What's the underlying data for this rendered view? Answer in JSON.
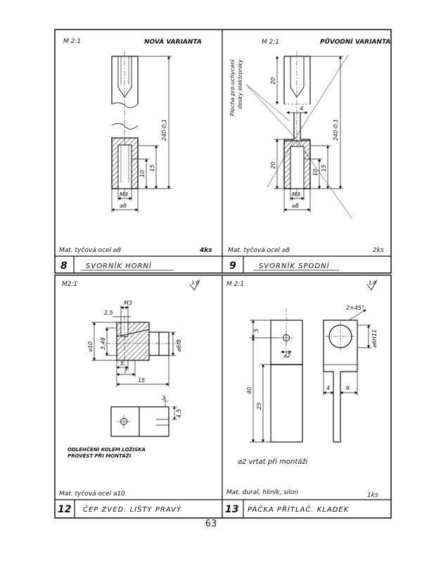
{
  "panels": [
    {
      "scale": "M 2:1",
      "variant": "NOVÁ VARIANTA",
      "dims": {
        "m4": "M4",
        "dia": "⌀8",
        "len": "240-0,1",
        "d15": "15",
        "d10": "10"
      },
      "material": "Mat. tyčová ocel ⌀8",
      "qty": "4ks",
      "number": "8",
      "name": "SVORNÍK HORNÍ"
    },
    {
      "scale": "M 2:1",
      "variant": "PŮVODNÍ VARIANTA",
      "note_line1": "Plocha pro uchycení",
      "note_line2": "desky elektroniky",
      "dims": {
        "d20a": "20",
        "d20b": "20",
        "d4": "4",
        "m4": "M4",
        "dia": "⌀8",
        "len": "240-0,1",
        "d15": "15",
        "d10": "10"
      },
      "material": "Mat. tyčová ocel ⌀8",
      "qty": "2ks",
      "number": "9",
      "name": "SVORNÍK SPODNÍ"
    },
    {
      "scale": "M2:1",
      "roughness": "1,6",
      "dims": {
        "m3": "M3",
        "d25": "2,5",
        "d348": "3,48",
        "d10": "⌀10",
        "d618": "⌀6f8",
        "d5": "5",
        "d7": "7",
        "d15": "15",
        "d3": "3",
        "d45": "4,5"
      },
      "note_line1": "ODLEHČENÍ KOLEM LOŽISKA",
      "note_line2": "PROVÉST PŘI MONTÁŽI",
      "material": "Mat. tyčová ocel ⌀10",
      "number": "12",
      "name": "ČEP ZVED. LIŠTY PRAVÝ"
    },
    {
      "scale": "M 2:1",
      "roughness": "1,6",
      "dims": {
        "d5": "5",
        "d2": "⌀2",
        "d40": "40",
        "d25": "25",
        "chamfer": "2×45°",
        "d6h11": "⌀6H11",
        "d4": "4",
        "d6": "6"
      },
      "note": "⌀2 vrtat při montáži",
      "material": "Mat. dural, hliník, silon",
      "qty": "1ks",
      "number": "13",
      "name": "PÁČKA PŘÍTLAČ. KLADEK"
    }
  ],
  "page_number": "63"
}
